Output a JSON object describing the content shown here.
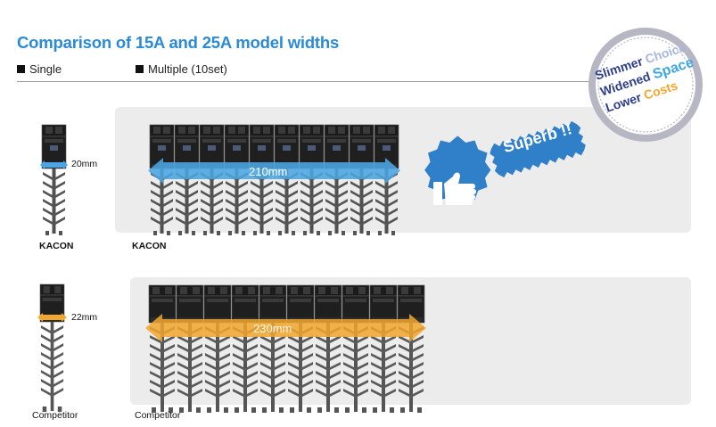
{
  "title": "Comparison of 15A and 25A model widths",
  "headers": {
    "single": "Single",
    "multiple": "Multiple (10set)"
  },
  "kacon": {
    "single_width": "20mm",
    "multi_width": "210mm",
    "single_label": "KACON",
    "multi_label": "KACON"
  },
  "competitor": {
    "single_width": "22mm",
    "multi_width": "230mm",
    "single_label": "Competitor",
    "multi_label": "Competitor"
  },
  "badge": {
    "text": "Superb !!"
  },
  "seal": {
    "line1": {
      "a": "Slimmer",
      "b": "Choice"
    },
    "line2": {
      "a": "Widened",
      "b": "Space"
    },
    "line3": {
      "a": "Lower",
      "b": "Costs"
    }
  },
  "colors": {
    "title": "#2a8ad6",
    "kacon_arrow": "#4ba6e3",
    "competitor_arrow": "#f2a72e",
    "panel": "#ececec",
    "badge": "#2f7fc9"
  },
  "icons": [
    "thumbs-up-icon",
    "seal-icon"
  ]
}
